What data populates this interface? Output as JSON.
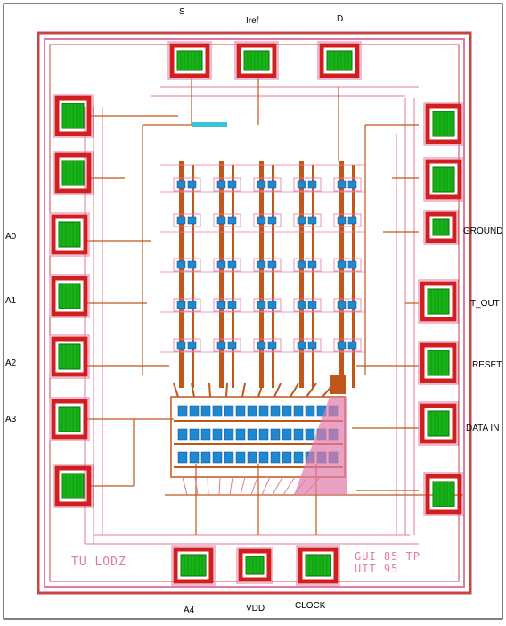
{
  "pins": {
    "top": [
      "S",
      "Iref",
      "D"
    ],
    "left": [
      "A0",
      "A1",
      "A2",
      "A3"
    ],
    "right": [
      "GROUND",
      "T_OUT",
      "RESET",
      "DATA IN"
    ],
    "bottom": [
      "A4",
      "VDD",
      "CLOCK"
    ]
  },
  "watermark": {
    "left": "TU LODZ",
    "right_top": "GUI  85  TP",
    "right_bottom": "UIT  95"
  },
  "colors": {
    "pad_border": "#d21e1e",
    "pad_fill": "#18b318",
    "metal": "#c0561a",
    "via": "#1e88d2",
    "poly": "#e07aa8",
    "ring": "#c94545"
  }
}
